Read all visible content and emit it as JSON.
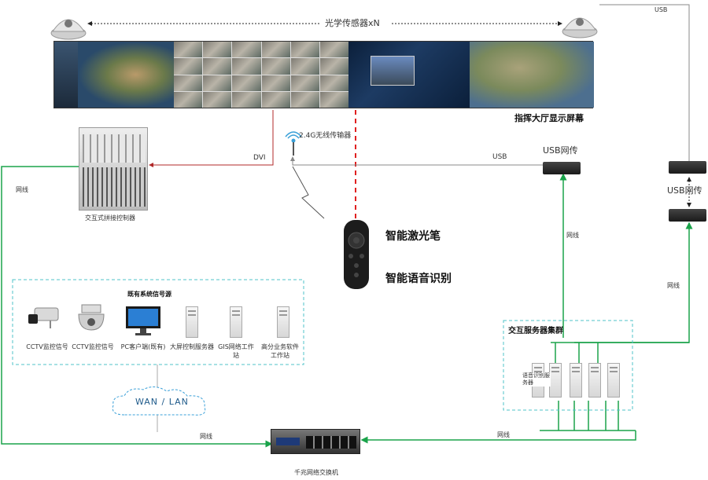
{
  "labels": {
    "sensor_array": "光学传感器xN",
    "display_wall": "指挥大厅显示屏幕",
    "usb_top": "USB",
    "wireless_receiver": "2.4G无线传输器",
    "dvi": "DVI",
    "usb_mid": "USB",
    "usb_adapter_1": "USB网传",
    "usb_adapter_2": "USB网传",
    "network_left": "网线",
    "network_mid": "网线",
    "network_right": "网线",
    "controller": "交互式拼接控制器",
    "laser_pen": "智能激光笔",
    "voice_recog": "智能语音识别",
    "existing_sources_title": "既有系统信号源",
    "server_cluster_title": "交互服务器集群",
    "voice_server": "语音识别服务器",
    "wan_lan": "WAN / LAN",
    "network_bottom_left": "网线",
    "network_bottom_right": "网线",
    "switch": "千兆网络交换机"
  },
  "sources": [
    {
      "label": "CCTV监控信号",
      "icon": "cctv-bullet-camera-icon"
    },
    {
      "label": "CCTV监控信号",
      "icon": "ptz-dome-camera-icon"
    },
    {
      "label": "PC客户端(既有)",
      "icon": "pc-monitor-icon"
    },
    {
      "label": "大屏控制服务器",
      "icon": "server-tower-icon"
    },
    {
      "label": "GIS网络工作站",
      "icon": "server-tower-icon"
    },
    {
      "label": "高分业务软件工作站",
      "icon": "server-tower-icon"
    }
  ],
  "colors": {
    "dvi_line": "#b02828",
    "laser_line": "#e02020",
    "green_line": "#1aa34a",
    "dashed_box": "#4fc3c8",
    "usb_line": "#888888"
  }
}
